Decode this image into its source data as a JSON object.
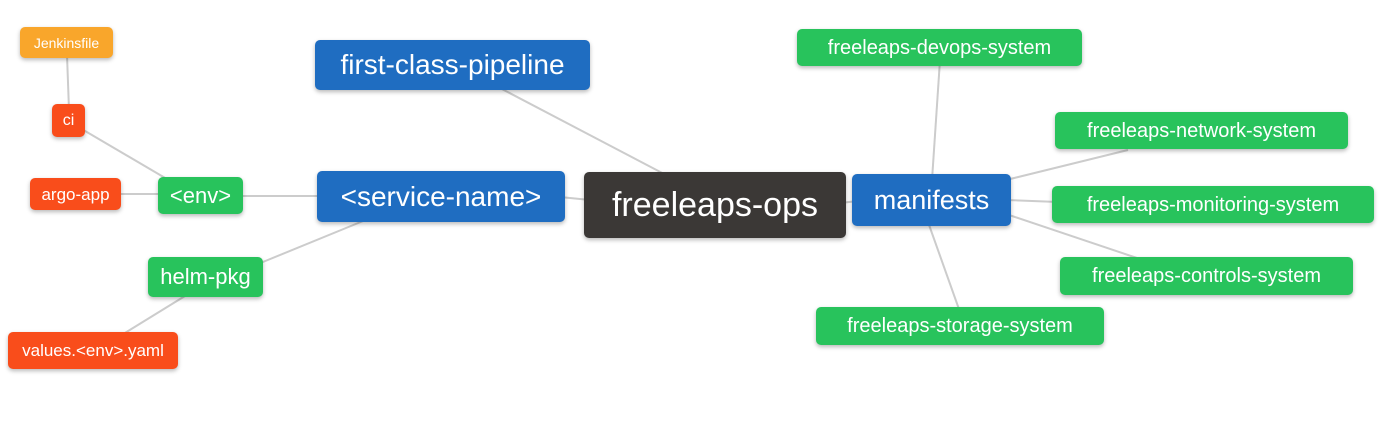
{
  "diagram": {
    "type": "mindmap",
    "root_id": "freeleaps-ops",
    "colors": {
      "root_node": "#3b3836",
      "primary_branch": "#1f6dc1",
      "secondary_branch": "#28c35c",
      "leaf_red": "#f94d1b",
      "leaf_orange": "#f9a62b",
      "edge_line": "#cccccc",
      "node_text": "#ffffff",
      "background": "#ffffff"
    },
    "edges": [
      {
        "from": "Jenkinsfile",
        "to": "ci"
      },
      {
        "from": "ci",
        "to": "<env>"
      },
      {
        "from": "argo-app",
        "to": "<env>"
      },
      {
        "from": "<env>",
        "to": "<service-name>"
      },
      {
        "from": "helm-pkg",
        "to": "<service-name>"
      },
      {
        "from": "values.<env>.yaml",
        "to": "helm-pkg"
      },
      {
        "from": "first-class-pipeline",
        "to": "freeleaps-ops"
      },
      {
        "from": "<service-name>",
        "to": "freeleaps-ops"
      },
      {
        "from": "freeleaps-ops",
        "to": "manifests"
      },
      {
        "from": "manifests",
        "to": "freeleaps-devops-system"
      },
      {
        "from": "manifests",
        "to": "freeleaps-network-system"
      },
      {
        "from": "manifests",
        "to": "freeleaps-monitoring-system"
      },
      {
        "from": "manifests",
        "to": "freeleaps-controls-system"
      },
      {
        "from": "manifests",
        "to": "freeleaps-storage-system"
      }
    ]
  },
  "nodes": [
    {
      "id": "freeleaps-ops",
      "label": "freeleaps-ops",
      "role": "root"
    },
    {
      "id": "first-class-pipeline",
      "label": "first-class-pipeline",
      "role": "primary-branch"
    },
    {
      "id": "service-name",
      "label": "<service-name>",
      "role": "primary-branch"
    },
    {
      "id": "env",
      "label": "<env>",
      "role": "secondary-branch"
    },
    {
      "id": "ci",
      "label": "ci",
      "role": "leaf"
    },
    {
      "id": "jenkinsfile",
      "label": "Jenkinsfile",
      "role": "leaf"
    },
    {
      "id": "argo-app",
      "label": "argo-app",
      "role": "leaf"
    },
    {
      "id": "helm-pkg",
      "label": "helm-pkg",
      "role": "secondary-branch"
    },
    {
      "id": "values-env-yaml",
      "label": "values.<env>.yaml",
      "role": "leaf"
    },
    {
      "id": "manifests",
      "label": "manifests",
      "role": "primary-branch"
    },
    {
      "id": "freeleaps-devops-system",
      "label": "freeleaps-devops-system",
      "role": "secondary-branch"
    },
    {
      "id": "freeleaps-network-system",
      "label": "freeleaps-network-system",
      "role": "secondary-branch"
    },
    {
      "id": "freeleaps-monitoring-system",
      "label": "freeleaps-monitoring-system",
      "role": "secondary-branch"
    },
    {
      "id": "freeleaps-controls-system",
      "label": "freeleaps-controls-system",
      "role": "secondary-branch"
    },
    {
      "id": "freeleaps-storage-system",
      "label": "freeleaps-storage-system",
      "role": "secondary-branch"
    }
  ]
}
